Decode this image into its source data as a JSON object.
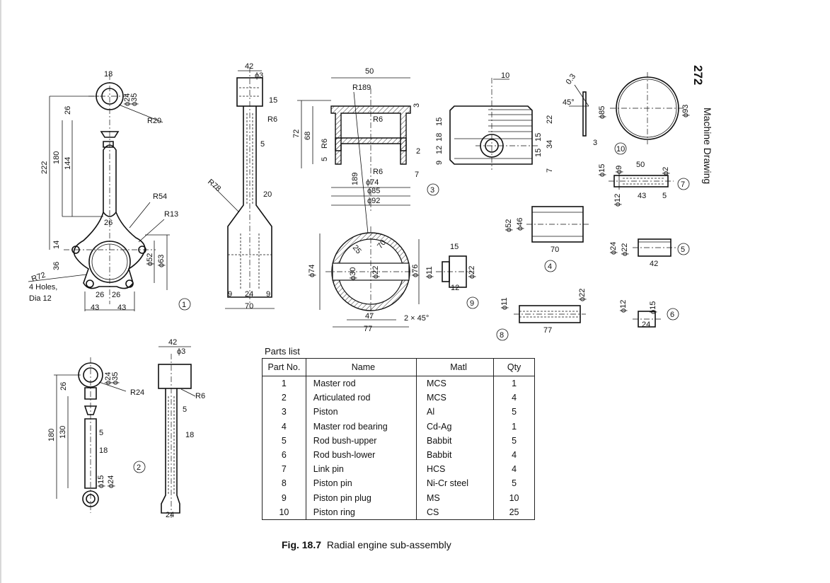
{
  "page": {
    "page_number": "272",
    "running_head": "Machine Drawing"
  },
  "parts_list": {
    "caption": "Parts list",
    "headers": [
      "Part No.",
      "Name",
      "Matl",
      "Qty"
    ],
    "rows": [
      [
        "1",
        "Master rod",
        "MCS",
        "1"
      ],
      [
        "2",
        "Articulated rod",
        "MCS",
        "4"
      ],
      [
        "3",
        "Piston",
        "Al",
        "5"
      ],
      [
        "4",
        "Master rod bearing",
        "Cd-Ag",
        "1"
      ],
      [
        "5",
        "Rod bush-upper",
        "Babbit",
        "5"
      ],
      [
        "6",
        "Rod bush-lower",
        "Babbit",
        "4"
      ],
      [
        "7",
        "Link pin",
        "HCS",
        "4"
      ],
      [
        "8",
        "Piston pin",
        "Ni-Cr steel",
        "5"
      ],
      [
        "9",
        "Piston pin plug",
        "MS",
        "10"
      ],
      [
        "10",
        "Piston ring",
        "CS",
        "25"
      ]
    ]
  },
  "figure": {
    "label": "Fig. 18.7",
    "title": "Radial engine sub-assembly"
  },
  "drawing": {
    "part_numbers": [
      "1",
      "2",
      "3",
      "4",
      "5",
      "6",
      "7",
      "8",
      "9",
      "10"
    ],
    "master_rod_front": [
      "18",
      "ϕ24",
      "ϕ35",
      "R20",
      "26",
      "222",
      "180",
      "144",
      "R54",
      "R13",
      "26",
      "14",
      "36",
      "ϕ52",
      "ϕ63",
      "R72",
      "4 Holes,",
      "Dia 12",
      "26",
      "26",
      "43",
      "43"
    ],
    "master_rod_side": [
      "42",
      "ϕ3",
      "15",
      "R6",
      "5",
      "R78",
      "20",
      "9",
      "24",
      "9",
      "70"
    ],
    "piston_section": [
      "50",
      "R189",
      "R6",
      "3",
      "72",
      "68",
      "R6",
      "5",
      "R6",
      "189",
      "ϕ74",
      "ϕ85",
      "ϕ92",
      "2",
      "7"
    ],
    "piston_elevation": [
      "10",
      "15",
      "18",
      "12",
      "9",
      "22",
      "15",
      "15",
      "34",
      "7"
    ],
    "piston_ring": [
      "0.3",
      "45°",
      "ϕ85",
      "ϕ93",
      "3"
    ],
    "link_pin": [
      "ϕ15",
      "ϕ9",
      "50",
      "ϕ2",
      "ϕ12",
      "43",
      "5"
    ],
    "bearing": [
      "ϕ52",
      "ϕ46",
      "70"
    ],
    "bush_upper": [
      "ϕ24",
      "ϕ22",
      "42"
    ],
    "bush_lower": [
      "ϕ12",
      "ϕ15",
      "24"
    ],
    "piston_plan": [
      "ϕ74",
      "ϕ30",
      "ϕ22",
      "ϕ76",
      "25",
      "70",
      "47",
      "77",
      "2 × 45°"
    ],
    "pin_plug": [
      "15",
      "ϕ11",
      "ϕ22",
      "12"
    ],
    "piston_pin": [
      "ϕ11",
      "ϕ22",
      "77"
    ],
    "artic_rod_front": [
      "26",
      "ϕ24",
      "ϕ35",
      "R24",
      "180",
      "130",
      "5",
      "18",
      "ϕ15",
      "ϕ24"
    ],
    "artic_rod_side": [
      "42",
      "ϕ3",
      "R6",
      "5",
      "18",
      "24"
    ]
  }
}
